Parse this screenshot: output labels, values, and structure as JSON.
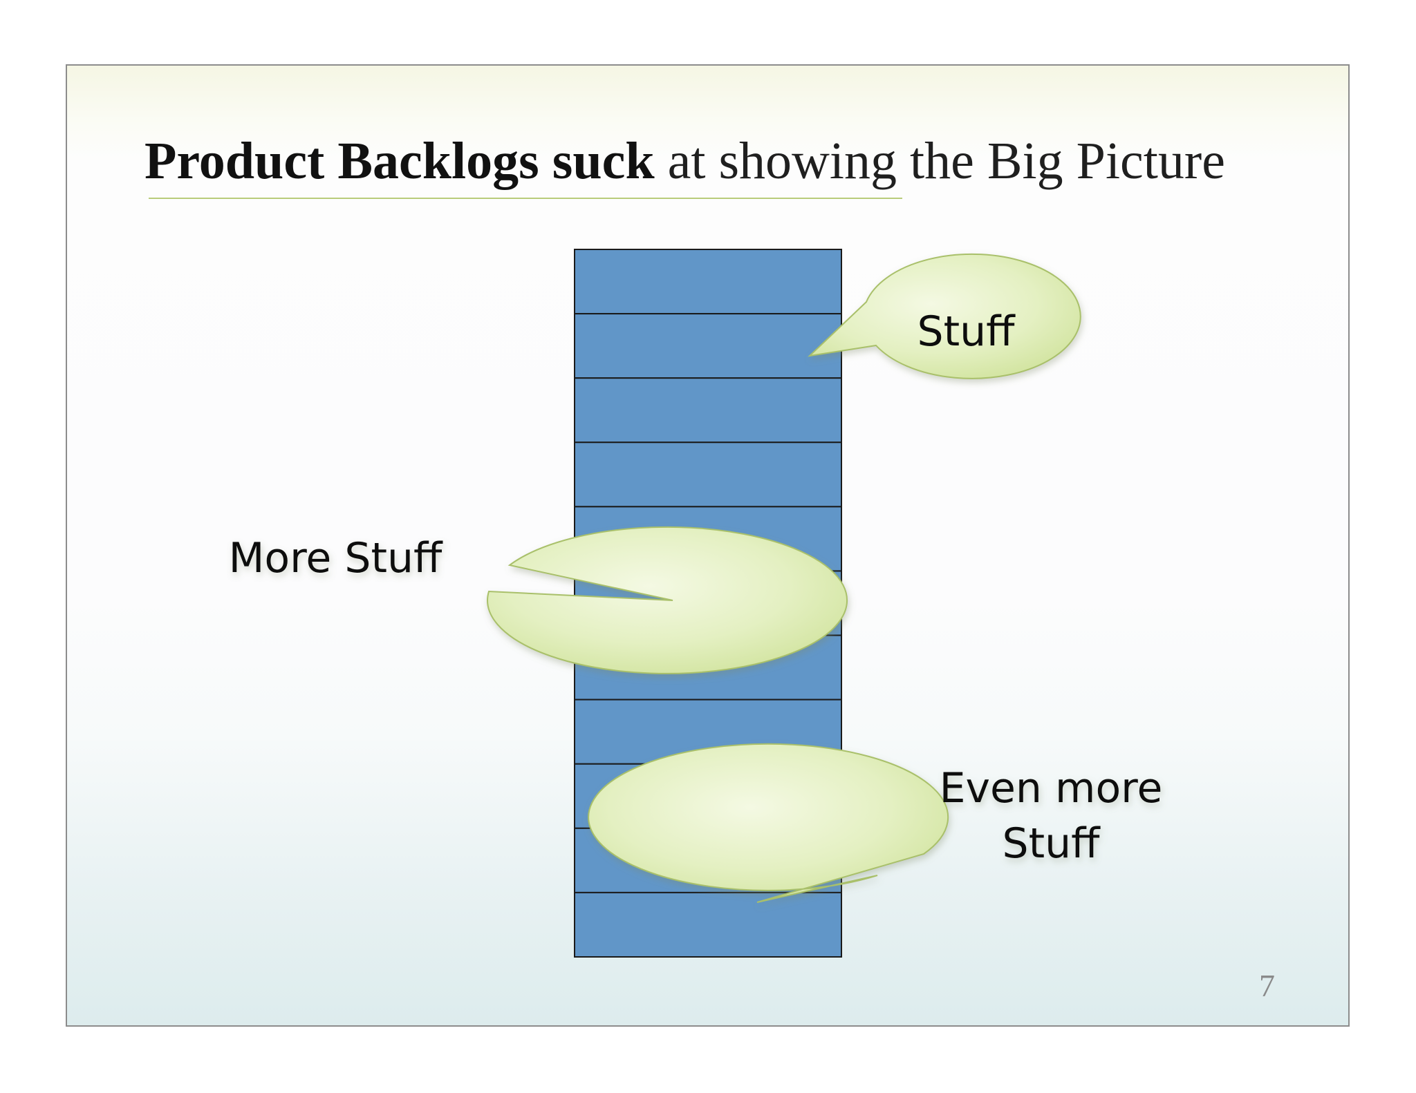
{
  "slide": {
    "title_bold": "Product Backlogs suck",
    "title_rest": " at showing the Big Picture",
    "page_number": "7"
  },
  "backlog": {
    "item_count": 11,
    "fill_color": "#6196c8",
    "border_color": "#1a1a1a"
  },
  "callouts": {
    "top": {
      "lines": [
        "Stuff"
      ]
    },
    "middle": {
      "lines": [
        "More Stuff"
      ]
    },
    "bottom": {
      "lines": [
        "Even more",
        "Stuff"
      ]
    }
  },
  "colors": {
    "bubble_fill": "#e4f0c2",
    "bubble_stroke": "#a9c06a"
  }
}
